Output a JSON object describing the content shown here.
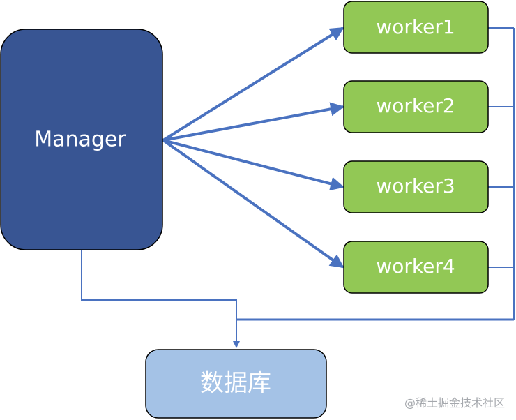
{
  "nodes": {
    "manager": {
      "label": "Manager"
    },
    "workers": [
      {
        "label": "worker1"
      },
      {
        "label": "worker2"
      },
      {
        "label": "worker3"
      },
      {
        "label": "worker4"
      }
    ],
    "database": {
      "label": "数据库"
    }
  },
  "edges": [
    {
      "from": "Manager",
      "to": "worker1",
      "style": "arrow"
    },
    {
      "from": "Manager",
      "to": "worker2",
      "style": "arrow"
    },
    {
      "from": "Manager",
      "to": "worker3",
      "style": "arrow"
    },
    {
      "from": "Manager",
      "to": "worker4",
      "style": "arrow"
    },
    {
      "from": "Manager",
      "to": "数据库",
      "style": "connector"
    },
    {
      "from": "worker1",
      "to": "数据库",
      "style": "connector"
    },
    {
      "from": "worker2",
      "to": "数据库",
      "style": "connector"
    },
    {
      "from": "worker3",
      "to": "数据库",
      "style": "connector"
    },
    {
      "from": "worker4",
      "to": "数据库",
      "style": "connector"
    }
  ],
  "colors": {
    "manager_fill": "#385593",
    "worker_fill": "#92c855",
    "database_fill": "#a4c2e6",
    "arrow": "#4a72c0",
    "connector": "#4a72c0",
    "outline": "#000000"
  },
  "watermark": "@稀土掘金技术社区"
}
